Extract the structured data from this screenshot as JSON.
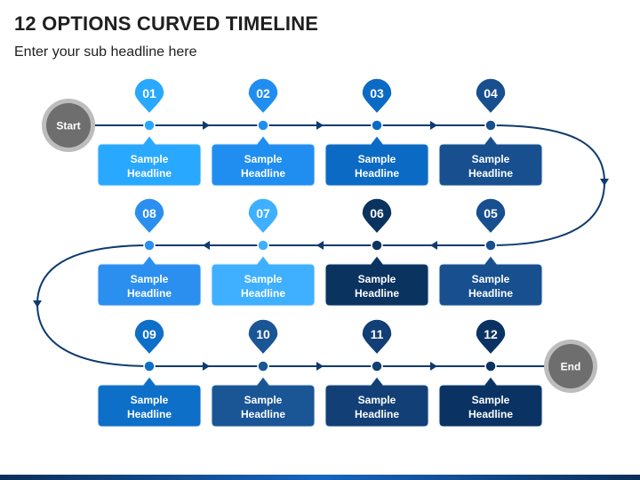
{
  "header": {
    "title": "12 OPTIONS CURVED TIMELINE",
    "subtitle": "Enter your sub headline here"
  },
  "start_label": "Start",
  "end_label": "End",
  "colors": {
    "path": "#0d3b6e",
    "cap_fill": "#6e6e6e",
    "cap_ring": "#bdbdbd"
  },
  "steps": [
    {
      "number": "01",
      "line1": "Sample",
      "line2": "Headline",
      "color": "#29a8ff"
    },
    {
      "number": "02",
      "line1": "Sample",
      "line2": "Headline",
      "color": "#1f8ef0"
    },
    {
      "number": "03",
      "line1": "Sample",
      "line2": "Headline",
      "color": "#0b6bc4"
    },
    {
      "number": "04",
      "line1": "Sample",
      "line2": "Headline",
      "color": "#174f8f"
    },
    {
      "number": "05",
      "line1": "Sample",
      "line2": "Headline",
      "color": "#174f8f"
    },
    {
      "number": "06",
      "line1": "Sample",
      "line2": "Headline",
      "color": "#0a3360"
    },
    {
      "number": "07",
      "line1": "Sample",
      "line2": "Headline",
      "color": "#3fb0ff"
    },
    {
      "number": "08",
      "line1": "Sample",
      "line2": "Headline",
      "color": "#2b8ff0"
    },
    {
      "number": "09",
      "line1": "Sample",
      "line2": "Headline",
      "color": "#0e6fc9"
    },
    {
      "number": "10",
      "line1": "Sample",
      "line2": "Headline",
      "color": "#1a5596"
    },
    {
      "number": "11",
      "line1": "Sample",
      "line2": "Headline",
      "color": "#123f75"
    },
    {
      "number": "12",
      "line1": "Sample",
      "line2": "Headline",
      "color": "#0a3363"
    }
  ]
}
